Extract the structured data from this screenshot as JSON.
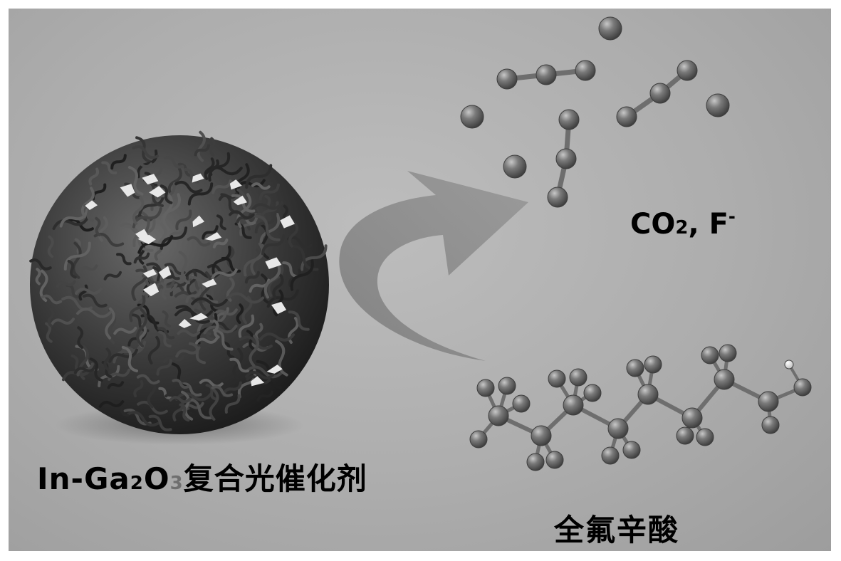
{
  "catalyst": {
    "name_prefix": "In-Ga",
    "sub_ga": "2",
    "o_symbol": "O",
    "sub_o": "3",
    "name_suffix": "复合光催化剂"
  },
  "products": {
    "co": "CO",
    "sub": "2",
    "sep": ", F",
    "charge": "-"
  },
  "reactant": {
    "name": "全氟辛酸"
  },
  "colors": {
    "background": "#adadad",
    "sphere": "#3a3a3a",
    "arrow": "#8a8a8a",
    "atom": "#5a5a5a",
    "text": "#000000"
  }
}
